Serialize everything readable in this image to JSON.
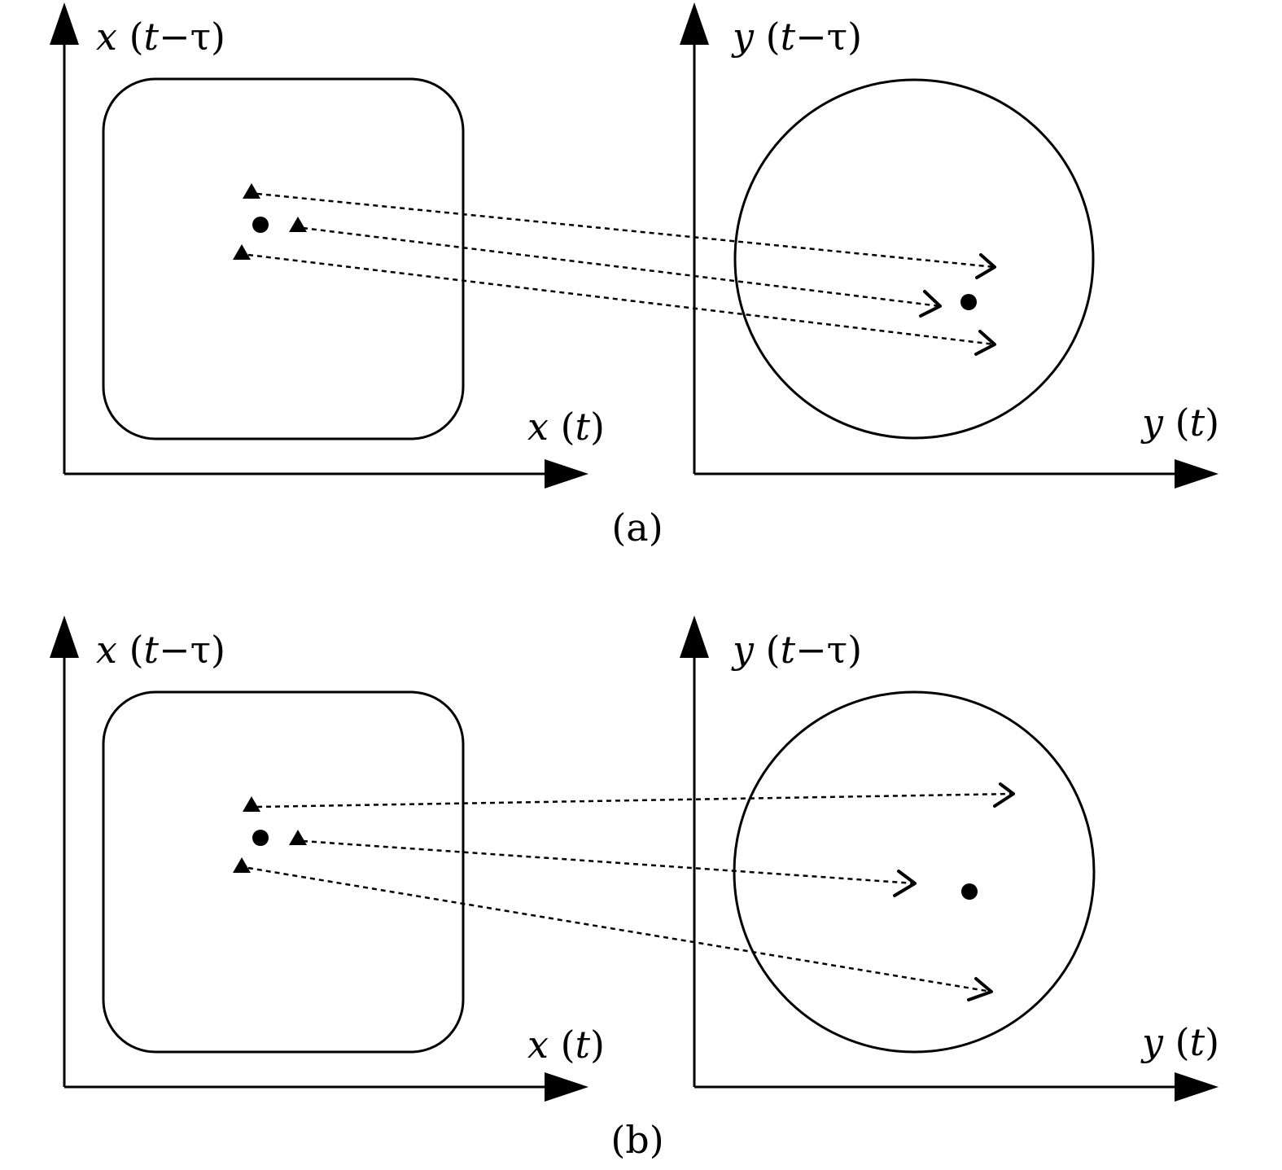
{
  "panels": [
    {
      "caption": "(a)",
      "left_plot": {
        "y_label": {
          "var": "x",
          "arg_open": " (",
          "t": "t",
          "rest": "−τ)"
        },
        "x_label": {
          "var": "x",
          "arg_open": " (",
          "t": "t",
          "rest": ")"
        }
      },
      "right_plot": {
        "y_label": {
          "var": "y",
          "arg_open": " (",
          "t": "t",
          "rest": "−τ)"
        },
        "x_label": {
          "var": "y",
          "arg_open": " (",
          "t": "t",
          "rest": ")"
        }
      }
    },
    {
      "caption": "(b)",
      "left_plot": {
        "y_label": {
          "var": "x",
          "arg_open": " (",
          "t": "t",
          "rest": "−τ)"
        },
        "x_label": {
          "var": "x",
          "arg_open": " (",
          "t": "t",
          "rest": ")"
        }
      },
      "right_plot": {
        "y_label": {
          "var": "y",
          "arg_open": " (",
          "t": "t",
          "rest": "−τ)"
        },
        "x_label": {
          "var": "y",
          "arg_open": " (",
          "t": "t",
          "rest": ")"
        }
      }
    }
  ],
  "colors": {
    "ink": "#000000",
    "background": "#ffffff"
  }
}
